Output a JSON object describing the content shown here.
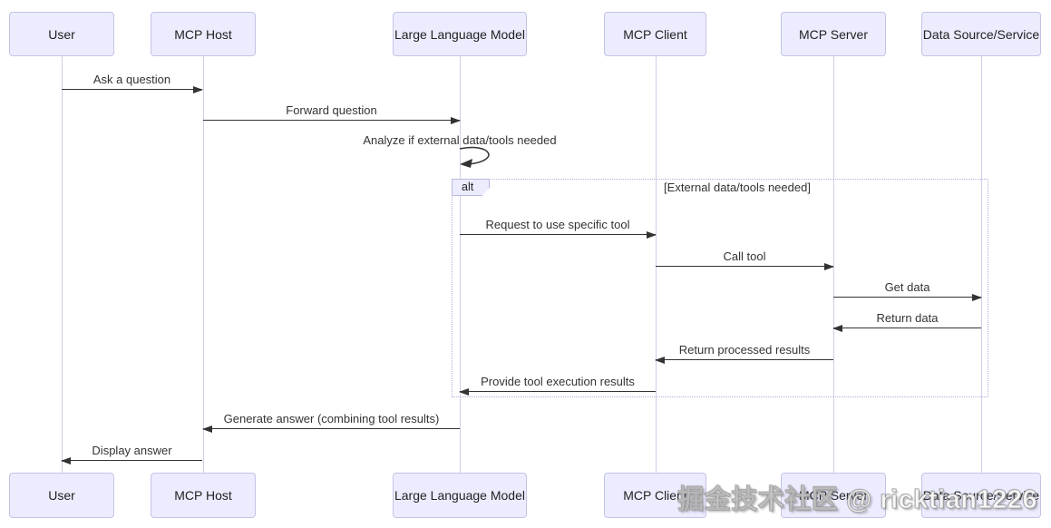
{
  "diagram": {
    "type": "sequence-diagram",
    "actors": [
      {
        "id": "user",
        "label": "User"
      },
      {
        "id": "host",
        "label": "MCP Host"
      },
      {
        "id": "llm",
        "label": "Large Language Model"
      },
      {
        "id": "client",
        "label": "MCP Client"
      },
      {
        "id": "server",
        "label": "MCP Server"
      },
      {
        "id": "source",
        "label": "Data Source/Service"
      }
    ],
    "messages": [
      {
        "from": "User",
        "to": "MCP Host",
        "label": "Ask a question"
      },
      {
        "from": "MCP Host",
        "to": "Large Language Model",
        "label": "Forward question"
      },
      {
        "from": "Large Language Model",
        "to": "Large Language Model",
        "label": "Analyze if external data/tools needed",
        "self": true
      },
      {
        "from": "Large Language Model",
        "to": "MCP Client",
        "label": "Request to use specific tool"
      },
      {
        "from": "MCP Client",
        "to": "MCP Server",
        "label": "Call tool"
      },
      {
        "from": "MCP Server",
        "to": "Data Source/Service",
        "label": "Get data"
      },
      {
        "from": "Data Source/Service",
        "to": "MCP Server",
        "label": "Return data"
      },
      {
        "from": "MCP Server",
        "to": "MCP Client",
        "label": "Return processed results"
      },
      {
        "from": "MCP Client",
        "to": "Large Language Model",
        "label": "Provide tool execution results"
      },
      {
        "from": "Large Language Model",
        "to": "MCP Host",
        "label": "Generate answer (combining tool results)"
      },
      {
        "from": "MCP Host",
        "to": "User",
        "label": "Display answer"
      }
    ],
    "alt_frame": {
      "operator": "alt",
      "condition": "[External data/tools needed]"
    },
    "colors": {
      "actor_fill": "#ECECFF",
      "actor_border": "#c3c3e6",
      "lifeline": "#cfcfe9",
      "arrow": "#333333",
      "frame_border": "#aeaedd",
      "background": "#ffffff"
    }
  },
  "watermark": {
    "text": "掘金技术社区 @ ricktian1226"
  }
}
